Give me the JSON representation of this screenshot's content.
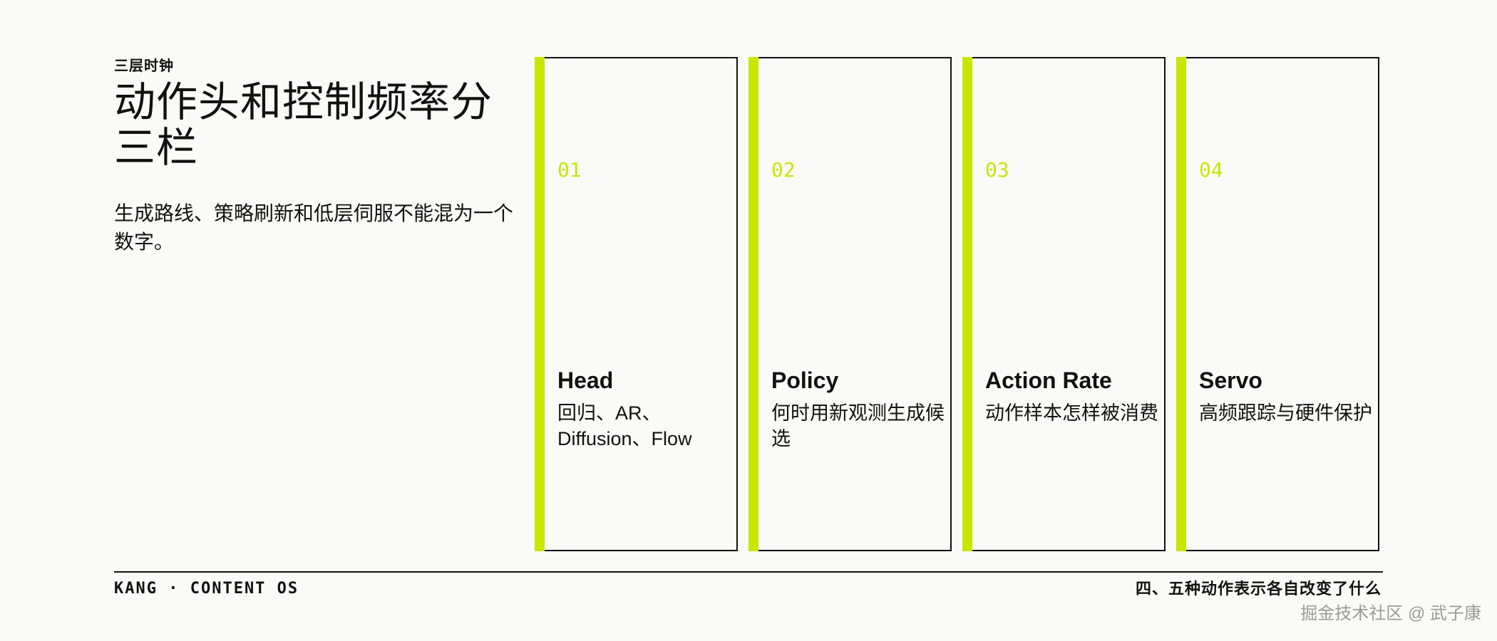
{
  "header": {
    "eyebrow": "三层时钟",
    "title": "动作头和控制频率分三栏",
    "subtitle": "生成路线、策略刷新和低层伺服不能混为一个数字。"
  },
  "cards": [
    {
      "number": "01",
      "title": "Head",
      "description": "回归、AR、Diffusion、Flow"
    },
    {
      "number": "02",
      "title": "Policy",
      "description": "何时用新观测生成候选"
    },
    {
      "number": "03",
      "title": "Action Rate",
      "description": "动作样本怎样被消费"
    },
    {
      "number": "04",
      "title": "Servo",
      "description": "高频跟踪与硬件保护"
    }
  ],
  "footer": {
    "left": "KANG · CONTENT OS",
    "right": "四、五种动作表示各自改变了什么"
  },
  "watermark": "掘金技术社区 @ 武子康",
  "colors": {
    "accent": "#c8e600",
    "text": "#111111",
    "background": "#fafaf8",
    "watermark": "#9a9a9a"
  }
}
